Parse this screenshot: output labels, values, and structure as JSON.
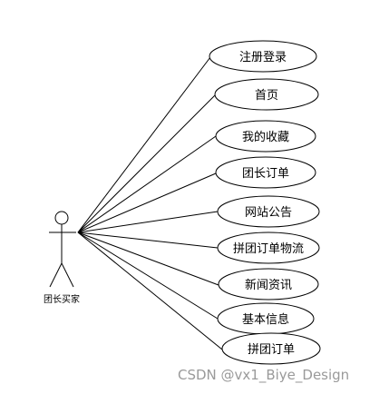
{
  "actor": {
    "label": "团长买家"
  },
  "use_cases": [
    {
      "label": "注册登录"
    },
    {
      "label": "首页"
    },
    {
      "label": "我的收藏"
    },
    {
      "label": "团长订单"
    },
    {
      "label": "网站公告"
    },
    {
      "label": "拼团订单物流"
    },
    {
      "label": "新闻资讯"
    },
    {
      "label": "基本信息"
    },
    {
      "label": "拼团订单"
    }
  ],
  "watermark": "CSDN @vx1_Biye_Design"
}
